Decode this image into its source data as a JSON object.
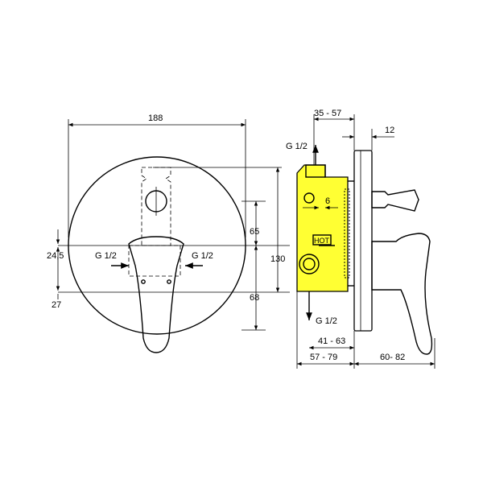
{
  "dimensions": {
    "overall_diameter": "188",
    "wall_depth_range": "35 - 57",
    "plate_thickness": "12",
    "upper_height": "65",
    "total_height": "130",
    "lower_height": "68",
    "left_offset_upper": "24,5",
    "left_offset_lower": "27",
    "inner_offset": "6",
    "box_depth_range": "41 - 63",
    "box_total_range": "57 - 79",
    "lever_range": "60- 82"
  },
  "labels": {
    "inlet_left": "G 1/2",
    "inlet_right": "G 1/2",
    "outlet_top": "G 1/2",
    "outlet_bottom": "G 1/2",
    "hot": "HOT"
  },
  "colors": {
    "housing": "#ffff33",
    "line": "#000000"
  }
}
